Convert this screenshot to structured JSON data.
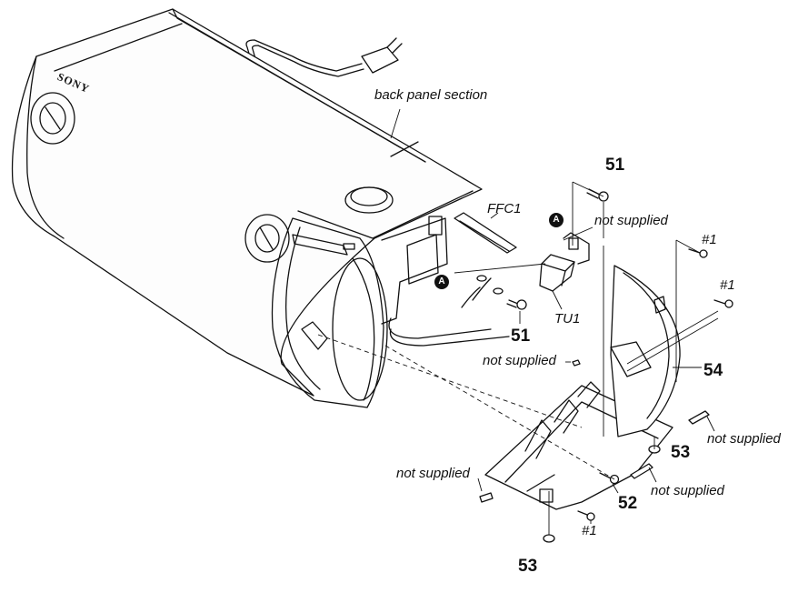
{
  "diagram": {
    "brand": "SONY",
    "labels": {
      "back_panel": "back panel section",
      "ffc1": "FFC1",
      "tu1": "TU1",
      "not_supplied_1": "not supplied",
      "not_supplied_2": "not supplied",
      "not_supplied_3": "not supplied",
      "not_supplied_4": "not supplied",
      "not_supplied_5": "not supplied",
      "part_51_top": "51",
      "part_51_bottom": "51",
      "part_52": "52",
      "part_53_right": "53",
      "part_53_bottom": "53",
      "part_54": "54",
      "screw_1_top": "#1",
      "screw_1_mid": "#1",
      "screw_1_bottom": "#1",
      "marker_a_1": "A",
      "marker_a_2": "A"
    }
  }
}
